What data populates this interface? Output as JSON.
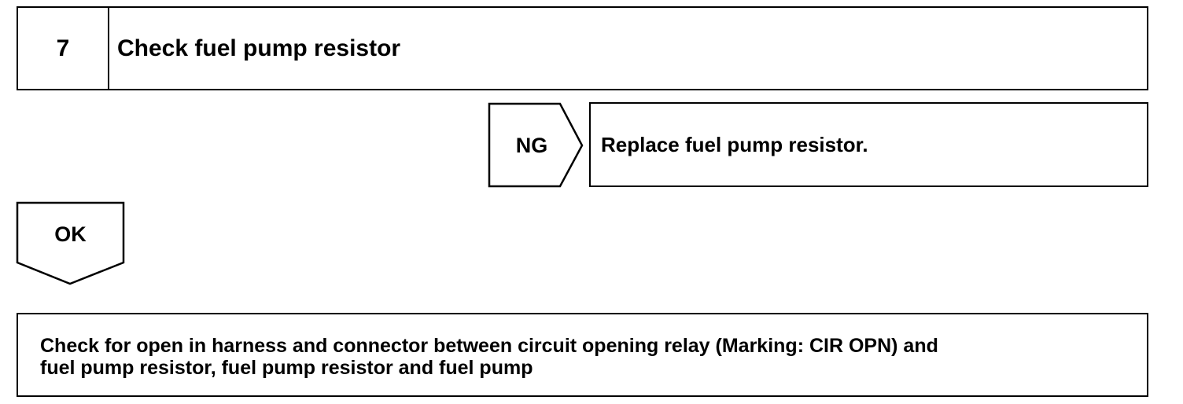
{
  "step": {
    "number": "7",
    "title": "Check fuel pump resistor"
  },
  "ng_branch": {
    "label": "NG",
    "result": "Replace fuel pump resistor."
  },
  "ok_branch": {
    "label": "OK"
  },
  "next_step": {
    "line1": "Check for open in harness and connector between circuit opening relay (Marking: CIR OPN) and",
    "line2": "fuel pump resistor, fuel pump resistor and fuel pump"
  }
}
